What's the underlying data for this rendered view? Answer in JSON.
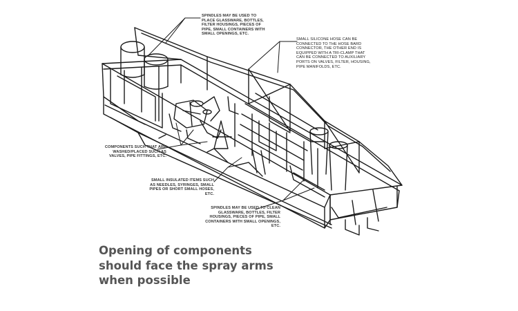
{
  "figure": {
    "callouts": {
      "top": "SPINDLES MAY BE USED TO PLACE GLASSWARE, BOTTLES, FILTER HOUSINGS, PIECES OF PIPE, SMALL CONTAINERS WITH SMALL OPENINGS, ETC.",
      "right": "SMALL SILICONE HOSE CAN BE CONNECTED TO THE HOSE BARD CONNECTOR, THE OTHER END IS EQUIPPED WITH A TRI-CLAMP THAT CAN BE CONNECTED TO AUXILIARY PORTS ON VALVES, FILTER, HOUSING, PIPE MANIFOLDS, ETC.",
      "left": "COMPONENTS SUCH THAT ARE WASHED/PLACED SUCH AS VALVES, PIPE FITTINGS, ETC.",
      "center": "SMALL INSULATED ITEMS SUCH AS NEEDLES, SYRINGES, SMALL PIPES OR SHORT SMALL HOSES, ETC.",
      "bottom": "SPINDLES MAY BE USED TO CLEAN GLASSWARE, BOTTLES, FILTER HOUSINGS, PIECES OF PIPE, SMALL CONTAINERS WITH SMALL OPENINGS, ETC."
    },
    "caption_lines": [
      "Opening of components",
      "should face the spray arms",
      "when possible"
    ],
    "colors": {
      "line": "#1a1a1a",
      "caption": "#555555",
      "background": "#ffffff"
    }
  }
}
